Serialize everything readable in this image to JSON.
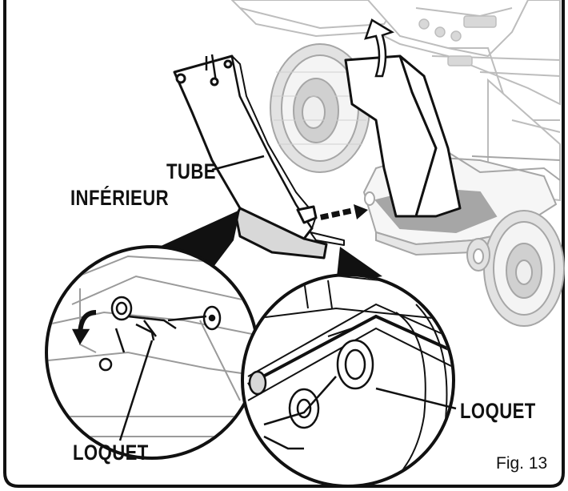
{
  "labels": {
    "tube_line1": "TUBE",
    "tube_line2": "INFÉRIEUR",
    "latch_left": "LOQUET",
    "latch_right": "LOQUET"
  },
  "figure": "Fig. 13",
  "colors": {
    "ink": "#111111",
    "light_gray": "#d8d8d8",
    "mid_gray": "#a6a6a6",
    "dark_gray": "#7a7a7a"
  }
}
